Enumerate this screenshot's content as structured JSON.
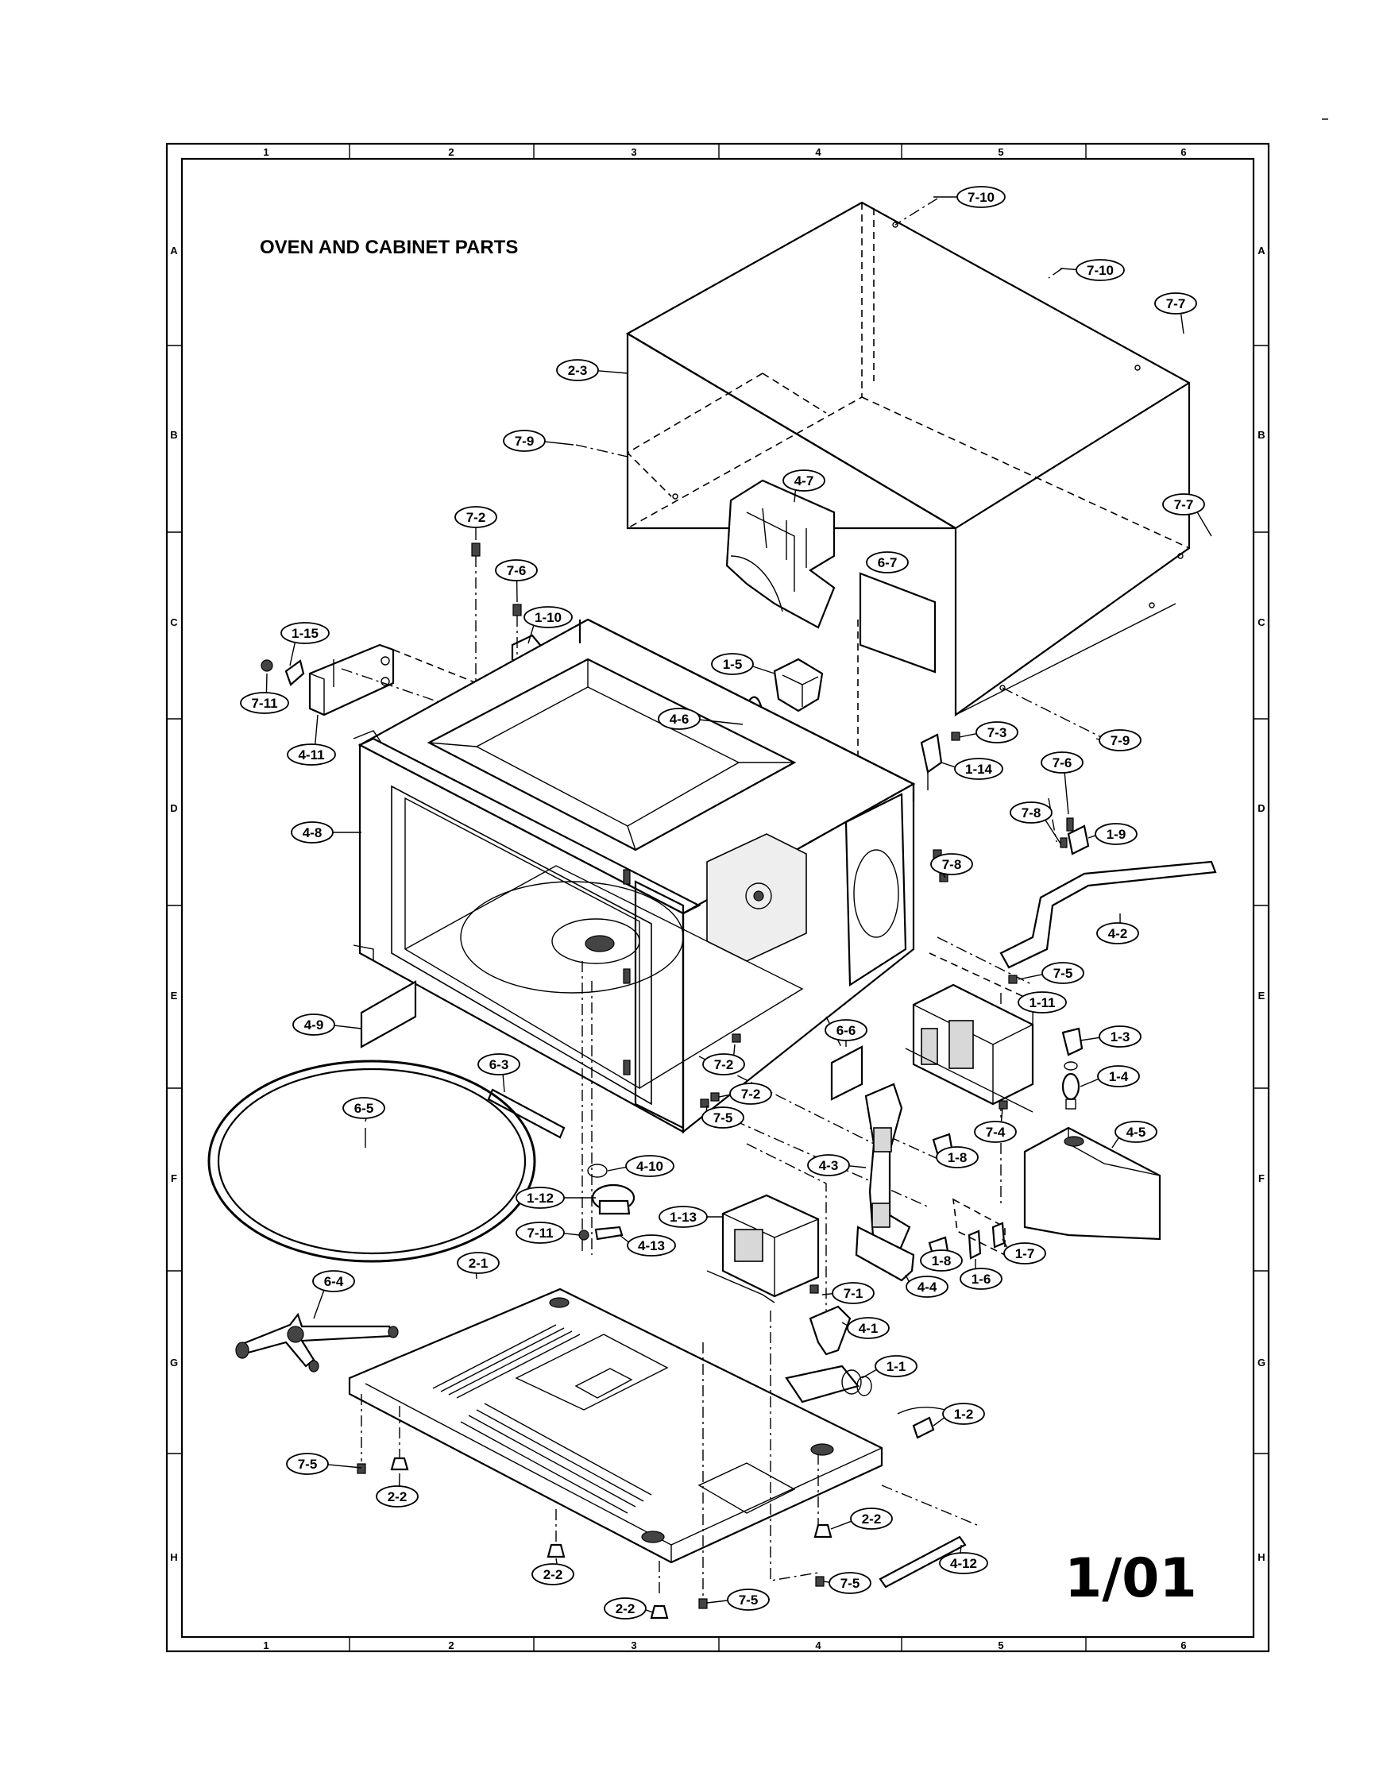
{
  "title": "OVEN AND CABINET PARTS",
  "page_number": "1/01",
  "grid": {
    "columns": [
      "1",
      "2",
      "3",
      "4",
      "5",
      "6"
    ],
    "rows": [
      "A",
      "B",
      "C",
      "D",
      "E",
      "F",
      "G",
      "H"
    ]
  },
  "callouts": [
    {
      "id": "c-7-10a",
      "label": "7-10"
    },
    {
      "id": "c-7-10b",
      "label": "7-10"
    },
    {
      "id": "c-7-7a",
      "label": "7-7"
    },
    {
      "id": "c-2-3",
      "label": "2-3"
    },
    {
      "id": "c-7-9a",
      "label": "7-9"
    },
    {
      "id": "c-7-7b",
      "label": "7-7"
    },
    {
      "id": "c-4-7",
      "label": "4-7"
    },
    {
      "id": "c-6-7",
      "label": "6-7"
    },
    {
      "id": "c-7-2a",
      "label": "7-2"
    },
    {
      "id": "c-7-6a",
      "label": "7-6"
    },
    {
      "id": "c-1-10",
      "label": "1-10"
    },
    {
      "id": "c-1-15",
      "label": "1-15"
    },
    {
      "id": "c-7-11a",
      "label": "7-11"
    },
    {
      "id": "c-4-11",
      "label": "4-11"
    },
    {
      "id": "c-1-5",
      "label": "1-5"
    },
    {
      "id": "c-4-6",
      "label": "4-6"
    },
    {
      "id": "c-7-9b",
      "label": "7-9"
    },
    {
      "id": "c-7-3",
      "label": "7-3"
    },
    {
      "id": "c-1-14",
      "label": "1-14"
    },
    {
      "id": "c-7-6b",
      "label": "7-6"
    },
    {
      "id": "c-4-8",
      "label": "4-8"
    },
    {
      "id": "c-7-8a",
      "label": "7-8"
    },
    {
      "id": "c-1-9",
      "label": "1-9"
    },
    {
      "id": "c-7-8b",
      "label": "7-8"
    },
    {
      "id": "c-4-2",
      "label": "4-2"
    },
    {
      "id": "c-7-5a",
      "label": "7-5"
    },
    {
      "id": "c-1-11",
      "label": "1-11"
    },
    {
      "id": "c-4-9",
      "label": "4-9"
    },
    {
      "id": "c-1-3",
      "label": "1-3"
    },
    {
      "id": "c-6-6",
      "label": "6-6"
    },
    {
      "id": "c-7-2b",
      "label": "7-2"
    },
    {
      "id": "c-1-4",
      "label": "1-4"
    },
    {
      "id": "c-6-3",
      "label": "6-3"
    },
    {
      "id": "c-7-2c",
      "label": "7-2"
    },
    {
      "id": "c-7-5b",
      "label": "7-5"
    },
    {
      "id": "c-7-4",
      "label": "7-4"
    },
    {
      "id": "c-6-5",
      "label": "6-5"
    },
    {
      "id": "c-4-5",
      "label": "4-5"
    },
    {
      "id": "c-1-8a",
      "label": "1-8"
    },
    {
      "id": "c-4-10",
      "label": "4-10"
    },
    {
      "id": "c-4-3",
      "label": "4-3"
    },
    {
      "id": "c-1-12",
      "label": "1-12"
    },
    {
      "id": "c-1-13",
      "label": "1-13"
    },
    {
      "id": "c-7-11b",
      "label": "7-11"
    },
    {
      "id": "c-4-13",
      "label": "4-13"
    },
    {
      "id": "c-1-7",
      "label": "1-7"
    },
    {
      "id": "c-1-8b",
      "label": "1-8"
    },
    {
      "id": "c-2-1",
      "label": "2-1"
    },
    {
      "id": "c-6-4",
      "label": "6-4"
    },
    {
      "id": "c-4-4",
      "label": "4-4"
    },
    {
      "id": "c-1-6",
      "label": "1-6"
    },
    {
      "id": "c-7-1",
      "label": "7-1"
    },
    {
      "id": "c-4-1",
      "label": "4-1"
    },
    {
      "id": "c-1-1",
      "label": "1-1"
    },
    {
      "id": "c-1-2",
      "label": "1-2"
    },
    {
      "id": "c-7-5c",
      "label": "7-5"
    },
    {
      "id": "c-2-2a",
      "label": "2-2"
    },
    {
      "id": "c-2-2b",
      "label": "2-2"
    },
    {
      "id": "c-2-2c",
      "label": "2-2"
    },
    {
      "id": "c-2-2d",
      "label": "2-2"
    },
    {
      "id": "c-7-5d",
      "label": "7-5"
    },
    {
      "id": "c-7-5e",
      "label": "7-5"
    },
    {
      "id": "c-4-12",
      "label": "4-12"
    }
  ]
}
